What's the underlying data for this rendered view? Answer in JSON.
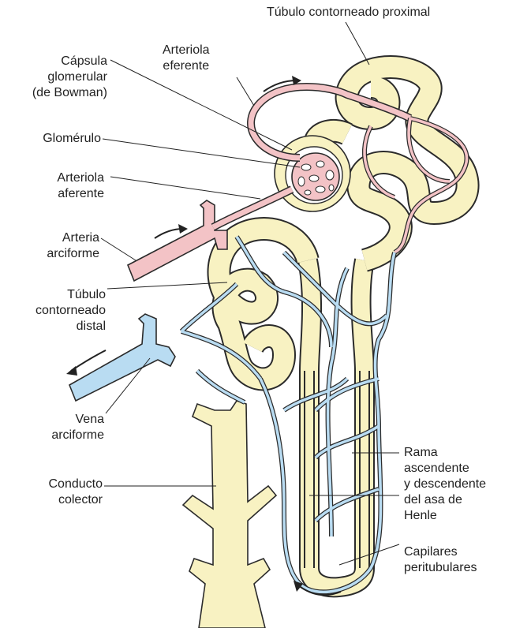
{
  "labels": {
    "tubulo_proximal": "Túbulo contorneado proximal",
    "arteriola_eferente": "Arteriola\neferente",
    "capsula": "Cápsula\nglomerular\n(de Bowman)",
    "glomerulo": "Glomérulo",
    "arteriola_aferente": "Arteriola\naferente",
    "arteria_arciforme": "Arteria\narciforme",
    "tubulo_distal": "Túbulo\ncontorneado\ndistal",
    "vena_arciforme": "Vena\narciforme",
    "conducto_colector": "Conducto\ncolector",
    "rama_henle": "Rama\nascendente\ny descendente\ndel asa de\nHenle",
    "capilares": "Capilares\nperitubulares"
  },
  "colors": {
    "tubule": "#f8f2c2",
    "artery": "#f3c3c6",
    "vein": "#b9dcf2",
    "outline": "#2b2b2b"
  }
}
